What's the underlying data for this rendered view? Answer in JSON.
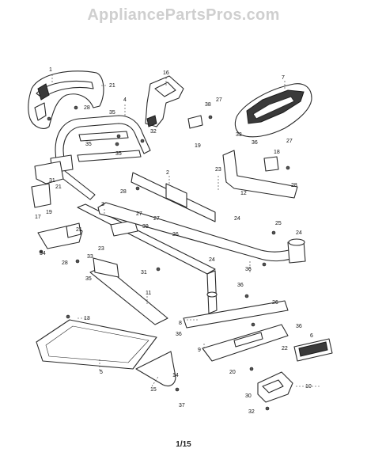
{
  "header": {
    "watermark": "AppliancePartsPros.com"
  },
  "footer": {
    "page": "1/15"
  },
  "callouts": [
    {
      "id": "c1",
      "text": "1"
    },
    {
      "id": "c21a",
      "text": "21"
    },
    {
      "id": "c28a",
      "text": "28"
    },
    {
      "id": "c35a",
      "text": "35"
    },
    {
      "id": "c16",
      "text": "16"
    },
    {
      "id": "c38",
      "text": "38"
    },
    {
      "id": "c27a",
      "text": "27"
    },
    {
      "id": "c7",
      "text": "7"
    },
    {
      "id": "c4",
      "text": "4"
    },
    {
      "id": "c35b",
      "text": "35"
    },
    {
      "id": "c32",
      "text": "32"
    },
    {
      "id": "c35c",
      "text": "35"
    },
    {
      "id": "c19a",
      "text": "19"
    },
    {
      "id": "c33a",
      "text": "33"
    },
    {
      "id": "c36a",
      "text": "36"
    },
    {
      "id": "c18",
      "text": "18"
    },
    {
      "id": "c27b",
      "text": "27"
    },
    {
      "id": "c23a",
      "text": "23"
    },
    {
      "id": "c2",
      "text": "2"
    },
    {
      "id": "c12",
      "text": "12"
    },
    {
      "id": "c28b",
      "text": "28"
    },
    {
      "id": "c28c",
      "text": "28"
    },
    {
      "id": "c21b",
      "text": "21"
    },
    {
      "id": "c31a",
      "text": "31"
    },
    {
      "id": "c19b",
      "text": "19"
    },
    {
      "id": "c3",
      "text": "3"
    },
    {
      "id": "c27c",
      "text": "27"
    },
    {
      "id": "c27d",
      "text": "27"
    },
    {
      "id": "c39",
      "text": "39"
    },
    {
      "id": "c24a",
      "text": "24"
    },
    {
      "id": "c25",
      "text": "25"
    },
    {
      "id": "c24b",
      "text": "24"
    },
    {
      "id": "c17",
      "text": "17"
    },
    {
      "id": "c21c",
      "text": "21"
    },
    {
      "id": "c26a",
      "text": "26"
    },
    {
      "id": "c34",
      "text": "34"
    },
    {
      "id": "c28d",
      "text": "28"
    },
    {
      "id": "c33b",
      "text": "33"
    },
    {
      "id": "c23b",
      "text": "23"
    },
    {
      "id": "c24c",
      "text": "24"
    },
    {
      "id": "c31b",
      "text": "31"
    },
    {
      "id": "c36b",
      "text": "36"
    },
    {
      "id": "c35d",
      "text": "35"
    },
    {
      "id": "c11",
      "text": "11"
    },
    {
      "id": "c36c",
      "text": "36"
    },
    {
      "id": "c26b",
      "text": "26"
    },
    {
      "id": "c13",
      "text": "13"
    },
    {
      "id": "c8",
      "text": "8"
    },
    {
      "id": "c36d",
      "text": "36"
    },
    {
      "id": "c36e",
      "text": "36"
    },
    {
      "id": "c9",
      "text": "9"
    },
    {
      "id": "c6",
      "text": "6"
    },
    {
      "id": "c22",
      "text": "22"
    },
    {
      "id": "c5",
      "text": "5"
    },
    {
      "id": "c14",
      "text": "14"
    },
    {
      "id": "c20",
      "text": "20"
    },
    {
      "id": "c10",
      "text": "10"
    },
    {
      "id": "c15",
      "text": "15"
    },
    {
      "id": "c30",
      "text": "30"
    },
    {
      "id": "c37",
      "text": "37"
    },
    {
      "id": "c32b",
      "text": "32"
    }
  ]
}
